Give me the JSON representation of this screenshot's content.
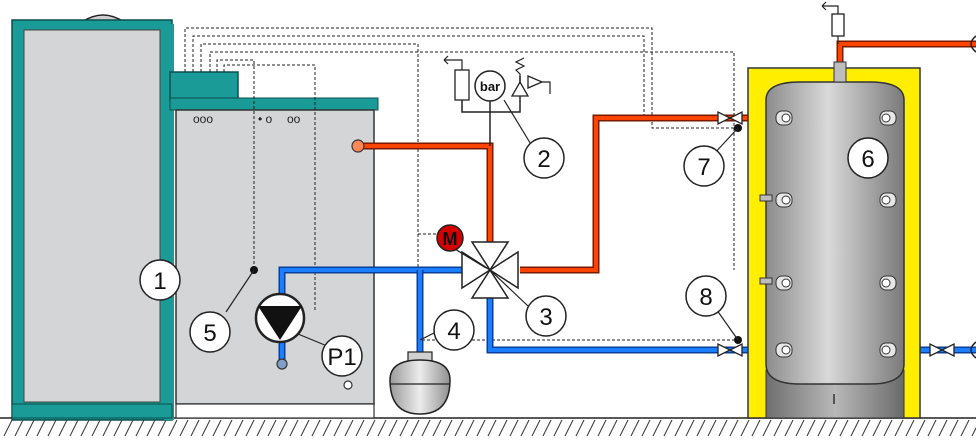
{
  "callouts": {
    "c1": "1",
    "c2": "2",
    "c3": "3",
    "c4": "4",
    "c5": "5",
    "c6": "6",
    "c7": "7",
    "c8": "8",
    "p1": "P1"
  },
  "labels": {
    "gauge": "bar",
    "motor": "M",
    "panel_dots_left": "ooo",
    "panel_dots_mid": "• o",
    "panel_dots_right": "oo"
  },
  "colors": {
    "boiler_teal": "#1a9b97",
    "boiler_body": "#d3d5d6",
    "hot_pipe": "#ff4400",
    "cold_pipe": "#1a7fff",
    "tank_insulation": "#ffee00",
    "tank_body": "#a9a9a9",
    "motor_red": "#d40000"
  },
  "icons": [
    "pressure-gauge-icon",
    "safety-valve-icon",
    "mixing-valve-icon",
    "pump-icon",
    "expansion-vessel-icon",
    "shutoff-valve-icon",
    "temperature-sensor-icon"
  ]
}
